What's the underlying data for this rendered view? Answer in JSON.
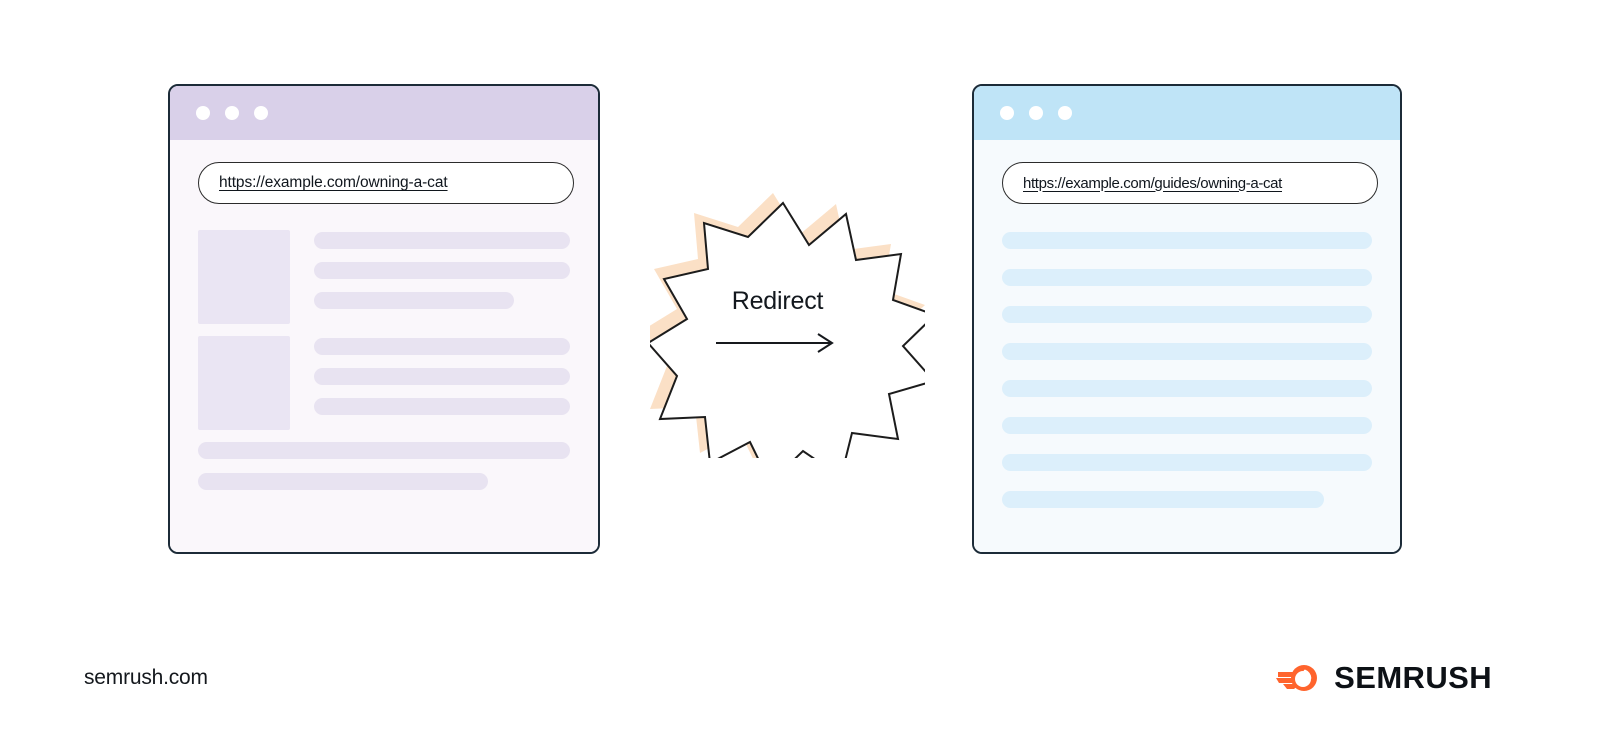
{
  "background": "#ffffff",
  "source_window": {
    "title_bar_color": "#d9d0e9",
    "page_color": "#faf7fb",
    "bar_color": "#e8e3f1",
    "url": "https://example.com/owning-a-cat",
    "traffic_lights": [
      "close-dot",
      "minimize-dot",
      "maximize-dot"
    ],
    "content": {
      "blocks": [
        {
          "thumb": "image-placeholder",
          "lines": [
            "w100",
            "w100",
            "w78"
          ]
        },
        {
          "thumb": "image-placeholder",
          "lines": [
            "w100",
            "w100",
            "w100"
          ]
        }
      ],
      "tail_lines": [
        "w100",
        "w78"
      ]
    }
  },
  "target_window": {
    "title_bar_color": "#bfe4f7",
    "page_color": "#f6fafd",
    "bar_color": "#dceffb",
    "url": "https://example.com/guides/owning-a-cat",
    "traffic_lights": [
      "close-dot",
      "minimize-dot",
      "maximize-dot"
    ],
    "content": {
      "lines": [
        "w100",
        "w100",
        "w100",
        "w100",
        "w100",
        "w100",
        "w100",
        "w87"
      ]
    }
  },
  "badge": {
    "label": "Redirect",
    "arrow": "arrow-right-icon",
    "fill": "#ffffff",
    "stroke": "#1c1c1c",
    "shadow": "#fbe0c6",
    "points": 12
  },
  "footer": {
    "site": "semrush.com",
    "brand_name": "SEMRUSH",
    "brand_icon": "semrush-flame-icon",
    "brand_color": "#ff642d",
    "brand_text_color": "#0d1116"
  }
}
